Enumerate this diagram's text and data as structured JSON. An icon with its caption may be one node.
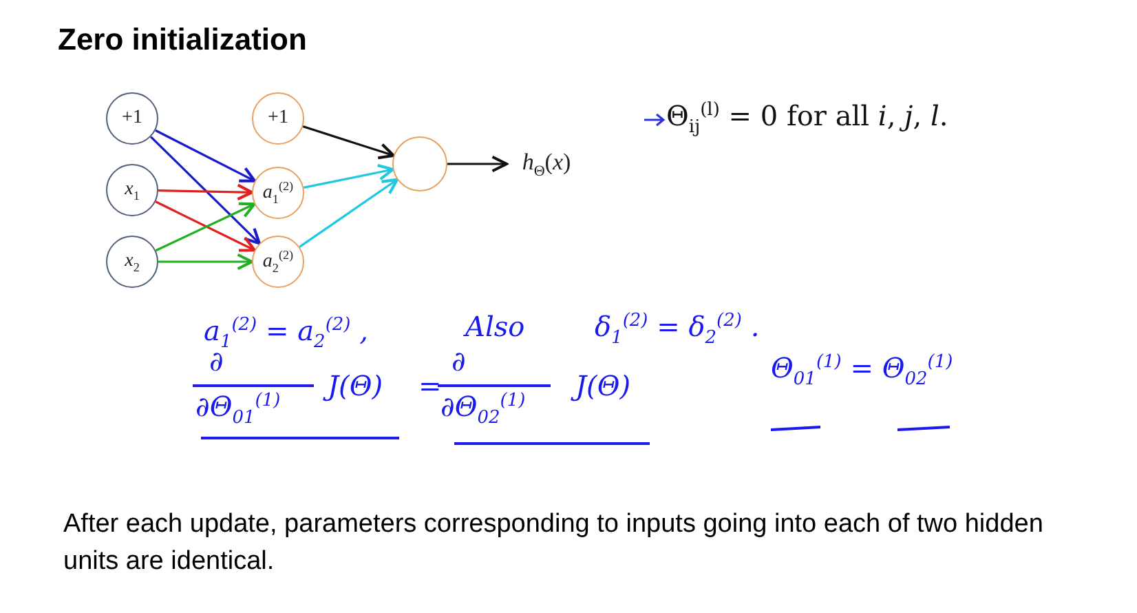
{
  "diagram": {
    "title": "Zero initialization",
    "caption": "After each update, parameters corresponding to inputs going into each of two hidden units are identical.",
    "nodes": [
      {
        "text": [
          "+1"
        ]
      },
      {
        "text": [
          "*x*$_{1}$"
        ]
      },
      {
        "text": [
          "*x*$_{2}$"
        ]
      },
      {
        "text": [
          "+1"
        ]
      },
      {
        "text": [
          "*a*$_{1}$$^{(2)}$"
        ]
      },
      {
        "text": [
          "*a*$_{2}$$^{(2)}$"
        ]
      },
      {
        "text": [],
        "shape": "circle"
      },
      {
        "text": [
          "*h*$_{Θ}$(*x*)"
        ]
      }
    ],
    "edges": [
      {
        "from": 0,
        "to": 4,
        "arrow": "to",
        "color": "#1a1acc"
      },
      {
        "from": 0,
        "to": 5,
        "arrow": "to",
        "color": "#1a1acc"
      },
      {
        "from": 1,
        "to": 4,
        "arrow": "to",
        "color": "#e02020"
      },
      {
        "from": 1,
        "to": 5,
        "arrow": "to",
        "color": "#e02020"
      },
      {
        "from": 2,
        "to": 4,
        "arrow": "to",
        "color": "#20b020"
      },
      {
        "from": 2,
        "to": 5,
        "arrow": "to",
        "color": "#20b020"
      },
      {
        "from": 3,
        "to": 6,
        "arrow": "to",
        "color": "#111111"
      },
      {
        "from": 4,
        "to": 6,
        "arrow": "to",
        "color": "#20c8e0"
      },
      {
        "from": 5,
        "to": 6,
        "arrow": "to",
        "color": "#20c8e0"
      },
      {
        "from": 6,
        "to": 7,
        "arrow": "to",
        "color": "#111111"
      }
    ],
    "labels": [
      "Θ$_{ij}$$^{(l)}$ = 0 for all *i*, *j*, *l*.",
      "a$_{1}$$^{(2)}$ = a$_{2}$$^{(2)}$ ,",
      "Also",
      "δ$_{1}$$^{(2)}$ = δ$_{2}$$^{(2)}$ .",
      "∂",
      "∂Θ$_{01}$$^{(1)}$",
      "J(Θ)",
      "=",
      "∂",
      "∂Θ$_{02}$$^{(1)}$",
      "J(Θ)",
      "Θ$_{01}$$^{(1)}$ = Θ$_{02}$$^{(1)}$"
    ]
  }
}
